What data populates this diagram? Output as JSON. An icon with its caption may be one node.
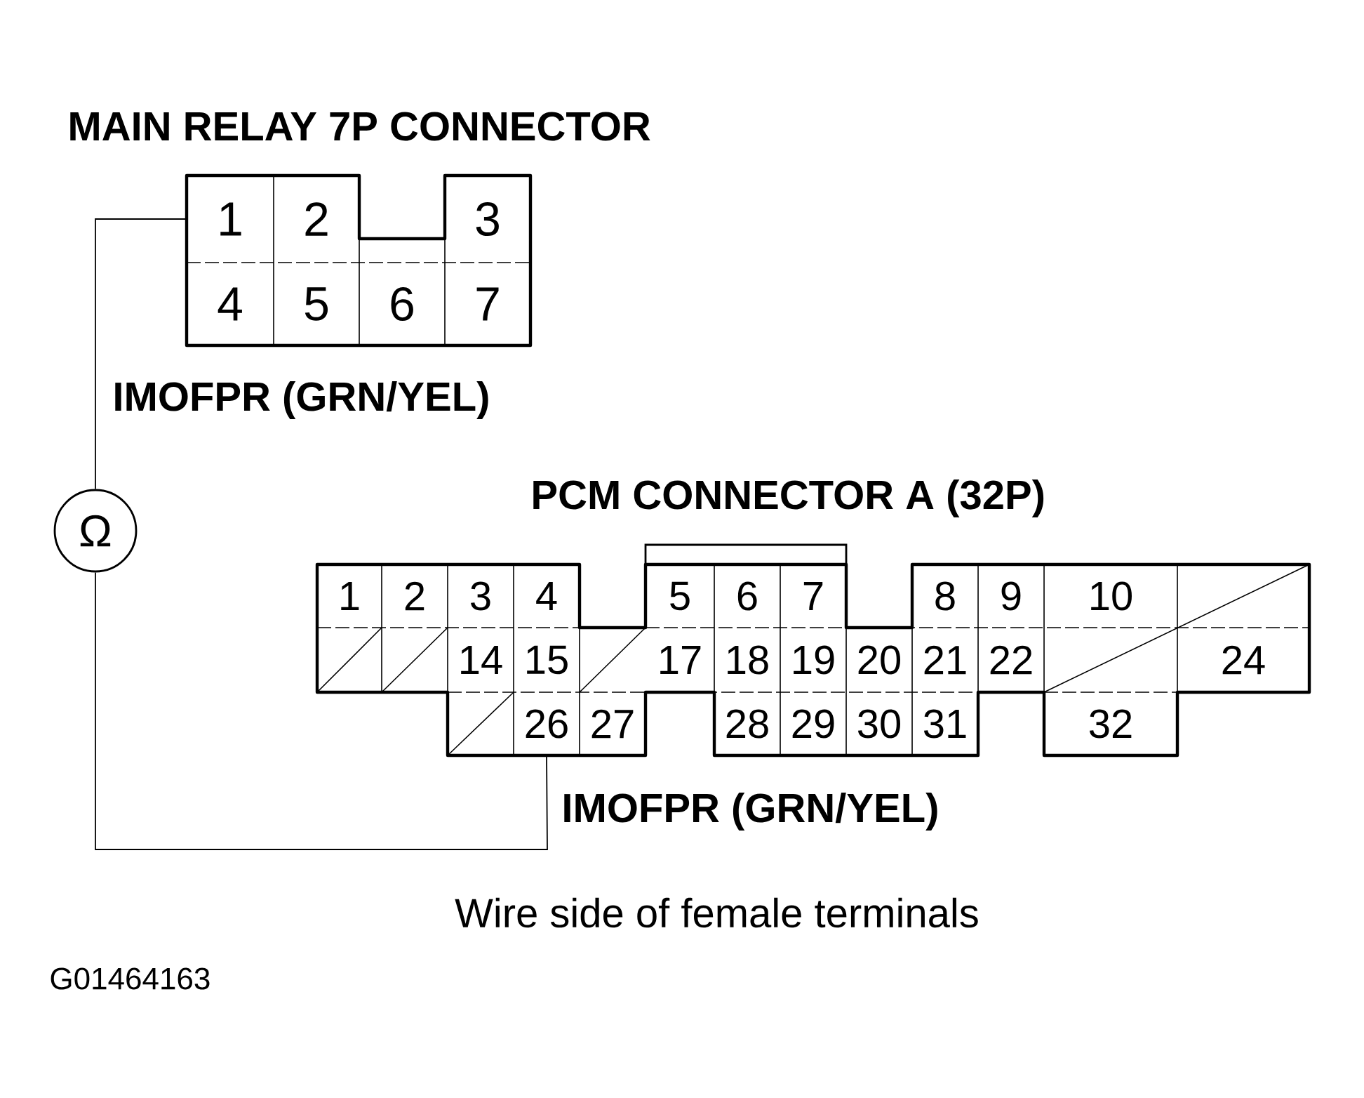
{
  "diagram": {
    "caption": "Wire side of female terminals",
    "nodes": [
      {
        "text": [
          "1"
        ]
      },
      {
        "text": [
          "Ω"
        ]
      },
      {
        "text": [
          "26"
        ]
      }
    ],
    "edges": [
      {
        "from": 0,
        "to": 1,
        "arrow": "none"
      },
      {
        "from": 1,
        "to": 2,
        "arrow": "none"
      }
    ],
    "labels": [
      "MAIN RELAY 7P CONNECTOR",
      "2",
      "3",
      "4",
      "5",
      "6",
      "7",
      "IMOFPR (GRN/YEL)",
      "PCM CONNECTOR A (32P)",
      "1",
      "2",
      "3",
      "4",
      "5",
      "6",
      "7",
      "8",
      "9",
      "10",
      "14",
      "15",
      "17",
      "18",
      "19",
      "20",
      "21",
      "22",
      "24",
      "27",
      "28",
      "29",
      "30",
      "31",
      "32",
      "IMOFPR (GRN/YEL)",
      "G01464163"
    ]
  }
}
